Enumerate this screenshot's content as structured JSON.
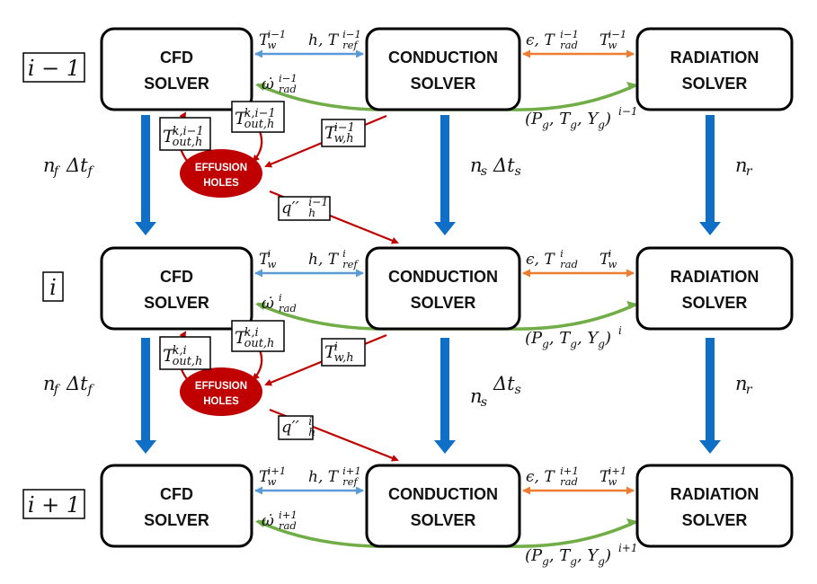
{
  "colors": {
    "time_advance": "#0f6fc6",
    "cfd_conduction_exchange": "#5b9bd5",
    "conduction_radiation_exchange": "#ed7d31",
    "radiation_feedback": "#70ad47",
    "effusion": "#c00000"
  },
  "solvers": {
    "cfd": [
      "CFD",
      "SOLVER"
    ],
    "conduction": [
      "CONDUCTION",
      "SOLVER"
    ],
    "radiation": [
      "RADIATION",
      "SOLVER"
    ],
    "effusion": [
      "EFFUSION",
      "HOLES"
    ]
  },
  "rows": [
    {
      "label": "i − 1",
      "tw_cfd": {
        "base": "T",
        "sup": "i−1",
        "sub": "w"
      },
      "h_tref": {
        "pre": "h, T",
        "sup": "i−1",
        "sub": "ref"
      },
      "omega": {
        "base": "ω̇",
        "sup": "i−1",
        "sub": "rad"
      },
      "eps_trad": {
        "pre": "ϵ, T",
        "sup": "i−1",
        "sub": "rad"
      },
      "tw_rad": {
        "base": "T",
        "sup": "i−1",
        "sub": "w"
      },
      "pty": {
        "base": "(P",
        "sup": "i−1"
      }
    },
    {
      "label": "i",
      "tw_cfd": {
        "base": "T",
        "sup": "i",
        "sub": "w"
      },
      "h_tref": {
        "pre": "h, T",
        "sup": "i",
        "sub": "ref"
      },
      "omega": {
        "base": "ω̇",
        "sup": "i",
        "sub": "rad"
      },
      "eps_trad": {
        "pre": "ϵ, T",
        "sup": "i",
        "sub": "rad"
      },
      "tw_rad": {
        "base": "T",
        "sup": "i",
        "sub": "w"
      },
      "pty": {
        "base": "(P",
        "sup": "i"
      }
    },
    {
      "label": "i + 1",
      "tw_cfd": {
        "base": "T",
        "sup": "i+1",
        "sub": "w"
      },
      "h_tref": {
        "pre": "h, T",
        "sup": "i+1",
        "sub": "ref"
      },
      "omega": {
        "base": "ω̇",
        "sup": "i+1",
        "sub": "rad"
      },
      "eps_trad": {
        "pre": "ϵ, T",
        "sup": "i+1",
        "sub": "rad"
      },
      "tw_rad": {
        "base": "T",
        "sup": "i+1",
        "sub": "w"
      },
      "pty": {
        "base": "(P",
        "sup": "i+1"
      }
    }
  ],
  "effusion_links": [
    {
      "tout_sup": "k,i−1",
      "tout_sub": "out,h",
      "twh_sup": "i−1",
      "twh_sub": "w,h",
      "q_sup": "i−1",
      "q_sub": "h"
    },
    {
      "tout_sup": "k,i",
      "tout_sub": "out,h",
      "twh_sup": "i",
      "twh_sub": "w,h",
      "q_sup": "i",
      "q_sub": "h"
    }
  ],
  "steps": {
    "cfd": {
      "n": "n",
      "n_sub": "f",
      "dt": "Δt",
      "dt_sub": "f"
    },
    "conduction": {
      "n": "n",
      "n_sub": "s",
      "dt": "Δt",
      "dt_sub": "s"
    },
    "radiation": {
      "n": "n",
      "n_sub": "r"
    }
  },
  "pty_text": {
    "pg": "g",
    "t": ", T",
    "tg": "g",
    "y": ", Y",
    "yg": "g",
    "close": ")"
  },
  "q_base": "q′′"
}
